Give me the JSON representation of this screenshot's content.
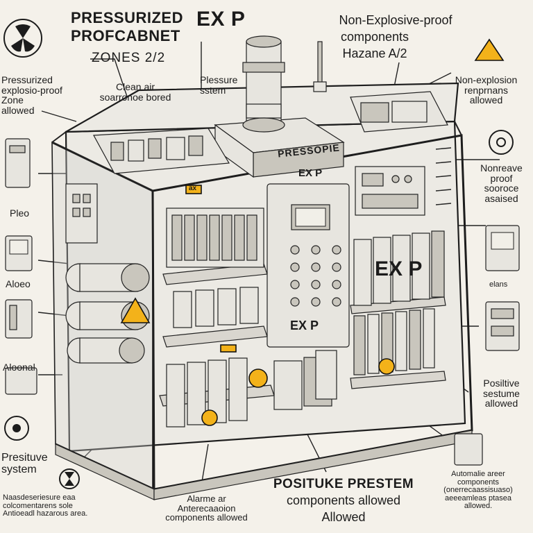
{
  "title": {
    "line1": "PRESSURIZED",
    "line2": "PROFCABNET",
    "line3": "ZONES 2/2",
    "exp": "EX P"
  },
  "top_right": {
    "line1": "Non-Explosive-proof",
    "line2": "components",
    "line3": "Hazane A/2"
  },
  "left_labels": {
    "pressurized": "Pressurized\nexplosio-proof\nZone\nallowed",
    "pleo": "Pleo",
    "aloeo": "Aloeo",
    "aloonal": "Aloonal",
    "positive_system": "Presituve\nsystem",
    "bottom_left": "Naasdeseriesure eaa\ncolcomentarens sole\nAntioeadl hazarous area."
  },
  "callouts": {
    "clean_air": "Clean air\nsoarronoe bored",
    "pressure_system": "Plessure\nsstem",
    "non_explosion": "Non-explosion\nrenprnans\nallowed",
    "nonreave": "Nonreave\nproof\nsooroce\nasaised",
    "elans": "elans",
    "positive_right": "Posiltive\nsestume\nallowed",
    "automatic": "Automalie areer\ncomponents\n(onerrecaassisuaso)\naeeeamleas ptasea\nallowed.",
    "alarm": "Alarme ar\nAnterecaaoion\ncomponents allowed",
    "bottom_center_1": "POSITUKE PRESTEM",
    "bottom_center_2": "components allowed",
    "bottom_center_3": "Allowed"
  },
  "cabinet_text": {
    "roof_label": "PRESSOPIE",
    "ex_p_top": "EX P",
    "ex_p_panel": "EX P",
    "ex_p_blocks": "EX P",
    "tag": "ax"
  },
  "colors": {
    "warning": "#f3b21a",
    "outline": "#1d1d1d",
    "background": "#f4f1ea"
  },
  "icons": [
    "fan-icon",
    "warning-icon",
    "gauge-icon",
    "module-icon"
  ]
}
